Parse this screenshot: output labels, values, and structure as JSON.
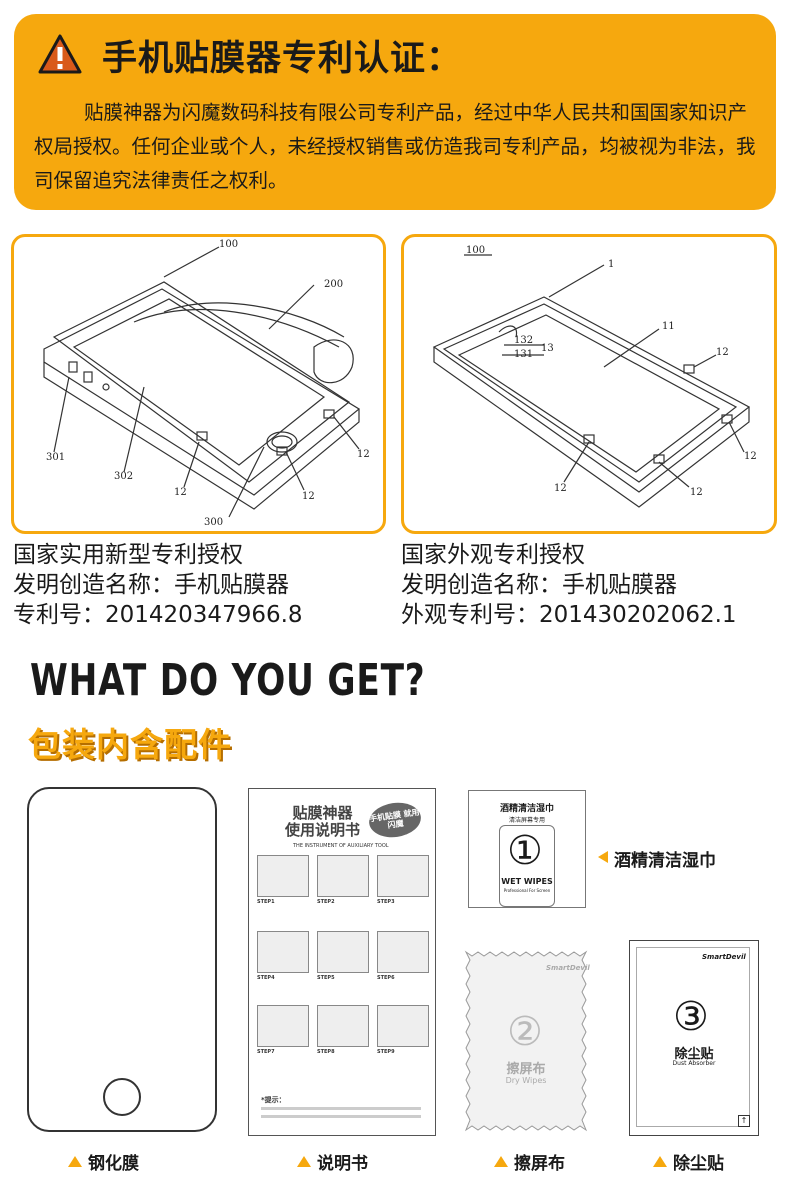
{
  "banner": {
    "title": "手机贴膜器专利认证：",
    "body": "贴膜神器为闪魔数码科技有限公司专利产品，经过中华人民共和国国家知识产权局授权。任何企业或个人，未经授权销售或仿造我司专利产品，均被视为非法，我司保留追究法律责任之权利。"
  },
  "drawings": {
    "left_labels": [
      "100",
      "200",
      "301",
      "302",
      "12",
      "300",
      "12",
      "12"
    ],
    "right_labels": [
      "100",
      "1",
      "132",
      "131",
      "13",
      "11",
      "12",
      "12",
      "12",
      "12"
    ]
  },
  "patents": [
    {
      "type": "国家实用新型专利授权",
      "name": "发明创造名称：手机贴膜器",
      "number": "专利号：201420347966.8"
    },
    {
      "type": "国家外观专利授权",
      "name": "发明创造名称：手机贴膜器",
      "number": "外观专利号：201430202062.1"
    }
  ],
  "section": {
    "heading": "WHAT DO YOU GET?",
    "subheading": "包装内含配件"
  },
  "manual": {
    "title_line1": "贴膜神器",
    "title_line2": "使用说明书",
    "badge": "手机贴膜 就用闪魔",
    "subtitle": "THE INSTRUMENT OF AUXILIARY TOOL",
    "steps": [
      "STEP1",
      "STEP2",
      "STEP3",
      "STEP4",
      "STEP5",
      "STEP6",
      "STEP7",
      "STEP8",
      "STEP9"
    ],
    "tip_label": "*提示："
  },
  "wipe": {
    "title": "酒精清洁湿巾",
    "sub": "清洁屏幕专用",
    "num": "①",
    "en": "WET WIPES",
    "en_sub": "Professional For Screen",
    "side_label": "酒精清洁湿巾"
  },
  "cloth": {
    "brand": "SmartDevil",
    "num": "②",
    "cn": "擦屏布",
    "en": "Dry Wipes"
  },
  "dust": {
    "brand": "SmartDevil",
    "num": "③",
    "cn": "除尘贴",
    "en": "Dust Absorber"
  },
  "item_labels": [
    "钢化膜",
    "说明书",
    "擦屏布",
    "除尘贴"
  ],
  "colors": {
    "accent": "#f6a80e",
    "text": "#1a1a1a"
  }
}
